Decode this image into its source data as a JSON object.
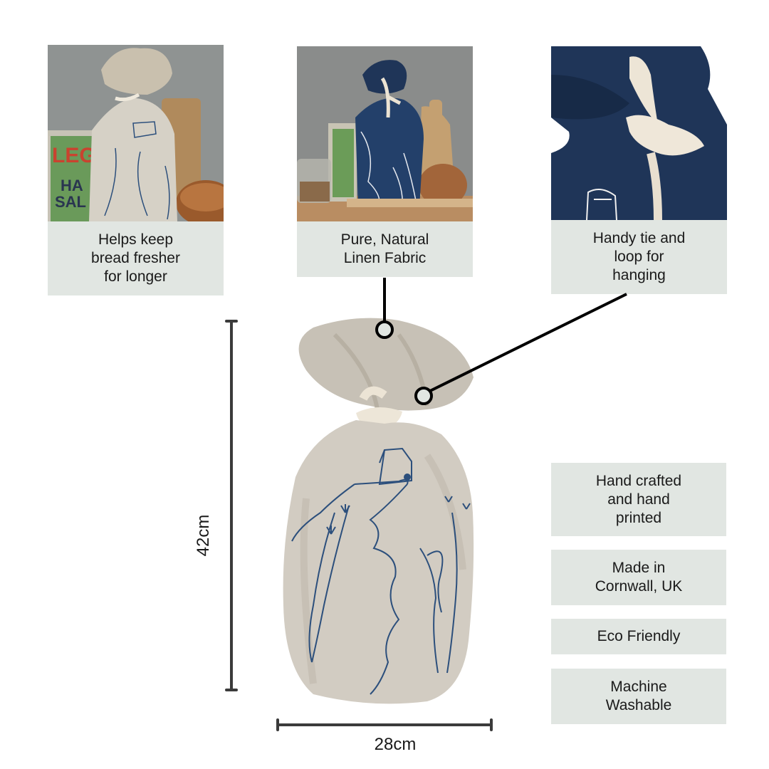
{
  "top_cards": [
    {
      "caption_lines": [
        "Helps keep",
        "bread fresher",
        "for longer"
      ],
      "image": "natural-linen-bread-bag-on-shelf-photo"
    },
    {
      "caption_lines": [
        "Pure, Natural",
        "Linen Fabric"
      ],
      "image": "navy-linen-bread-bag-on-shelf-photo"
    },
    {
      "caption_lines": [
        "Handy tie and",
        "loop for",
        "hanging"
      ],
      "image": "navy-bag-tie-loop-closeup-photo"
    }
  ],
  "features": [
    {
      "lines": [
        "Hand crafted",
        "and hand",
        "printed"
      ]
    },
    {
      "lines": [
        "Made in",
        "Cornwall, UK"
      ]
    },
    {
      "lines": [
        "Eco Friendly"
      ]
    },
    {
      "lines": [
        "Machine",
        "Washable"
      ]
    }
  ],
  "dimensions": {
    "height_label": "42cm",
    "width_label": "28cm"
  },
  "colors": {
    "caption_bg": "#e1e6e2",
    "linen": "#cfc9bf",
    "navy": "#1f3558",
    "print_blue": "#2c4f7c",
    "ruler": "#3b3b3b"
  }
}
